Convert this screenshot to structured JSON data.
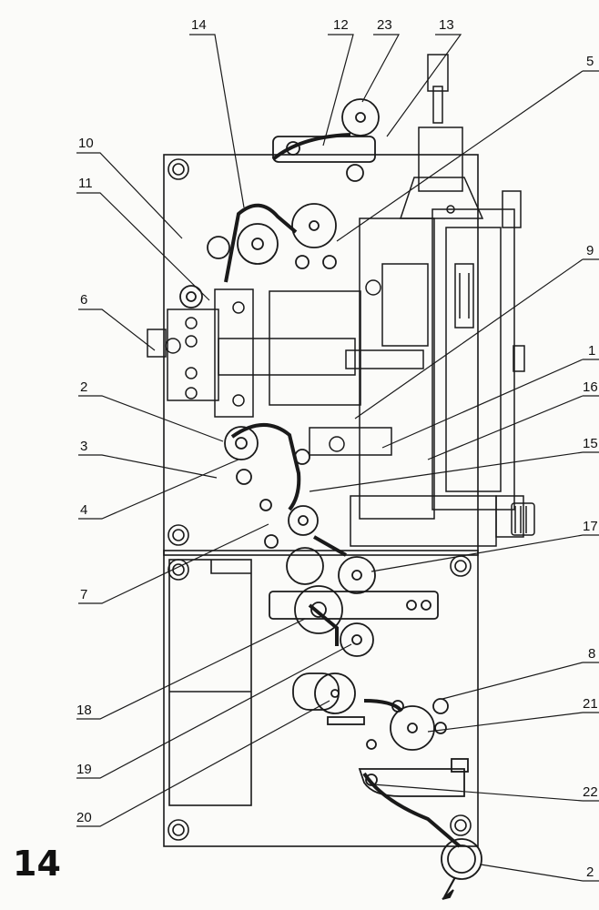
{
  "page_number": "14",
  "callouts": [
    {
      "id": "c14",
      "text": "14"
    },
    {
      "id": "c12",
      "text": "12"
    },
    {
      "id": "c23",
      "text": "23"
    },
    {
      "id": "c13",
      "text": "13"
    },
    {
      "id": "c5",
      "text": "5"
    },
    {
      "id": "c10",
      "text": "10"
    },
    {
      "id": "c11",
      "text": "11"
    },
    {
      "id": "c9",
      "text": "9"
    },
    {
      "id": "c6",
      "text": "6"
    },
    {
      "id": "c1",
      "text": "1"
    },
    {
      "id": "c2",
      "text": "2"
    },
    {
      "id": "c16",
      "text": "16"
    },
    {
      "id": "c3",
      "text": "3"
    },
    {
      "id": "c15",
      "text": "15"
    },
    {
      "id": "c4",
      "text": "4"
    },
    {
      "id": "c17",
      "text": "17"
    },
    {
      "id": "c7",
      "text": "7"
    },
    {
      "id": "c18",
      "text": "18"
    },
    {
      "id": "c8",
      "text": "8"
    },
    {
      "id": "c21",
      "text": "21"
    },
    {
      "id": "c19",
      "text": "19"
    },
    {
      "id": "c22",
      "text": "22"
    },
    {
      "id": "c20",
      "text": "20"
    },
    {
      "id": "c24",
      "text": "2"
    }
  ]
}
